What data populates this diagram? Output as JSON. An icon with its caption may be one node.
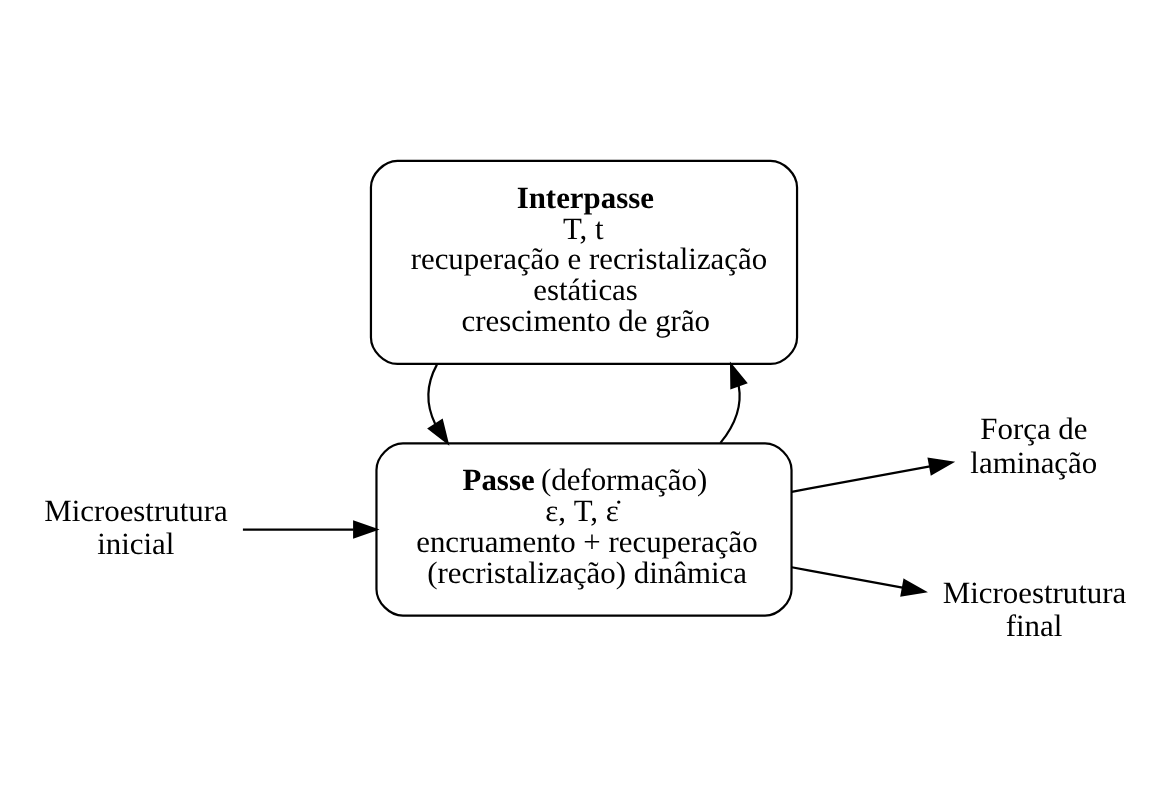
{
  "diagram": {
    "nodes": [
      {
        "text": [
          "Microestrutura inicial"
        ]
      },
      {
        "text": [
          "**Passe** (deformação)",
          "ε, T, ε̇",
          "encruamento + recuperação (recristalização) dinâmica"
        ]
      },
      {
        "text": [
          "Força de laminação"
        ]
      },
      {
        "text": [
          "Microestrutura final"
        ]
      },
      {
        "text": [
          "Interpasse",
          "T, t",
          "recuperação e recristalização estáticas",
          "crescimento de grão"
        ]
      }
    ],
    "edges": [
      {
        "from": 0,
        "to": 1,
        "arrow": "to"
      },
      {
        "from": 1,
        "to": 2,
        "arrow": "to"
      },
      {
        "from": 1,
        "to": 3,
        "arrow": "to"
      },
      {
        "from": 1,
        "to": 4,
        "arrow": "to"
      },
      {
        "from": 4,
        "to": 1,
        "arrow": "to"
      }
    ]
  }
}
